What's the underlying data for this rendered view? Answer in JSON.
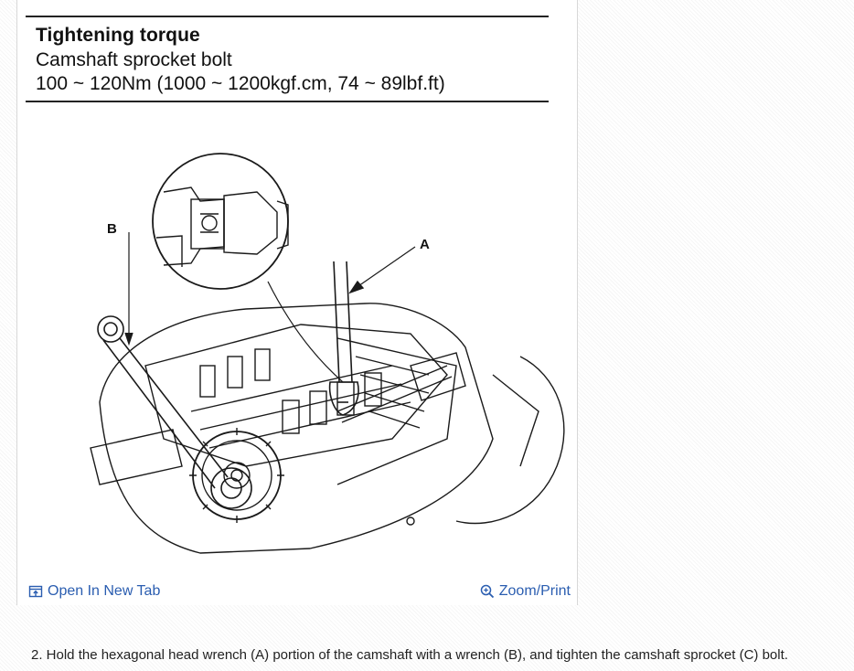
{
  "figure": {
    "torque": {
      "title": "Tightening torque",
      "item": "Camshaft sprocket bolt",
      "value": "100 ~ 120Nm (1000 ~ 1200kgf.cm, 74 ~ 89lbf.ft)"
    },
    "labels": {
      "a": "A",
      "b": "B"
    }
  },
  "footer": {
    "open_label": "Open In New Tab",
    "zoom_label": "Zoom/Print",
    "link_color": "#2a5db0"
  },
  "instructions": {
    "step2": "2. Hold the hexagonal head wrench (A) portion of the camshaft with a wrench (B), and tighten the camshaft sprocket (C) bolt."
  }
}
